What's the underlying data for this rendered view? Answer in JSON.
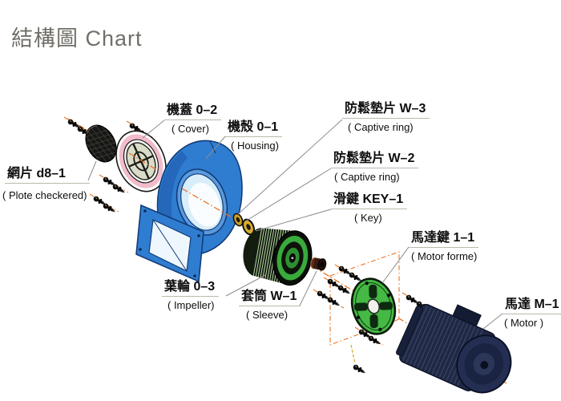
{
  "title": "結構圖 Chart",
  "labels": {
    "mesh": {
      "zh": "網片 d8–1",
      "en": "( Plote checkered)"
    },
    "cover": {
      "zh": "機蓋 0–2",
      "en": "( Cover)"
    },
    "housing": {
      "zh": "機殼 0–1",
      "en": "( Housing)"
    },
    "w3": {
      "zh": "防鬆墊片 W–3",
      "en": "( Captive ring)"
    },
    "w2": {
      "zh": "防鬆墊片 W–2",
      "en": "( Captive ring)"
    },
    "key": {
      "zh": "滑鍵 KEY–1",
      "en": "( Key)"
    },
    "motor_key": {
      "zh": "馬達鍵 1–1",
      "en": "( Motor forme)"
    },
    "impeller": {
      "zh": "葉輪 0–3",
      "en": "( Impeller)"
    },
    "sleeve": {
      "zh": "套筒 W–1",
      "en": "( Sleeve)"
    },
    "motor": {
      "zh": "馬達 M–1",
      "en": "( Motor )"
    }
  },
  "colors": {
    "title_gray": "#716f68",
    "housing_blue": "#2f7dd1",
    "cover_pink": "#f3bcca",
    "impeller_green": "#39aa3c",
    "plate_green": "#44b944",
    "motor_navy": "#1f2845",
    "washer_gold": "#d2a428",
    "axis_orange": "#e87425",
    "leader_gray": "#8c8c8c"
  }
}
